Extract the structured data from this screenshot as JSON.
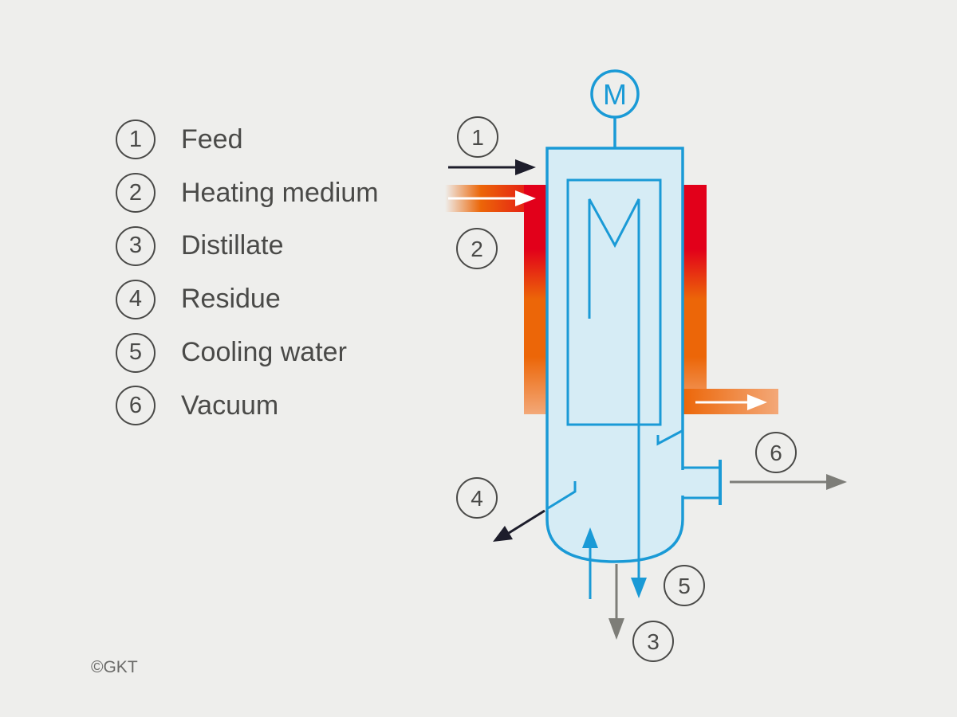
{
  "legend": [
    {
      "num": "1",
      "label": "Feed"
    },
    {
      "num": "2",
      "label": "Heating medium"
    },
    {
      "num": "3",
      "label": "Distillate"
    },
    {
      "num": "4",
      "label": "Residue"
    },
    {
      "num": "5",
      "label": "Cooling water"
    },
    {
      "num": "6",
      "label": "Vacuum"
    }
  ],
  "motor_label": "M",
  "callouts": {
    "feed": "1",
    "heating_medium": "2",
    "distillate": "3",
    "residue": "4",
    "cooling_water": "5",
    "vacuum": "6"
  },
  "copyright": "©GKT",
  "colors": {
    "vessel_stroke": "#1a9ad6",
    "vessel_fill": "#d6ecf5",
    "heating_red": "#e2001a",
    "heating_orange": "#ec6608",
    "feed_arrow": "#1d1d2b",
    "outlet_gray": "#7d7d78",
    "text": "#4a4a48"
  }
}
